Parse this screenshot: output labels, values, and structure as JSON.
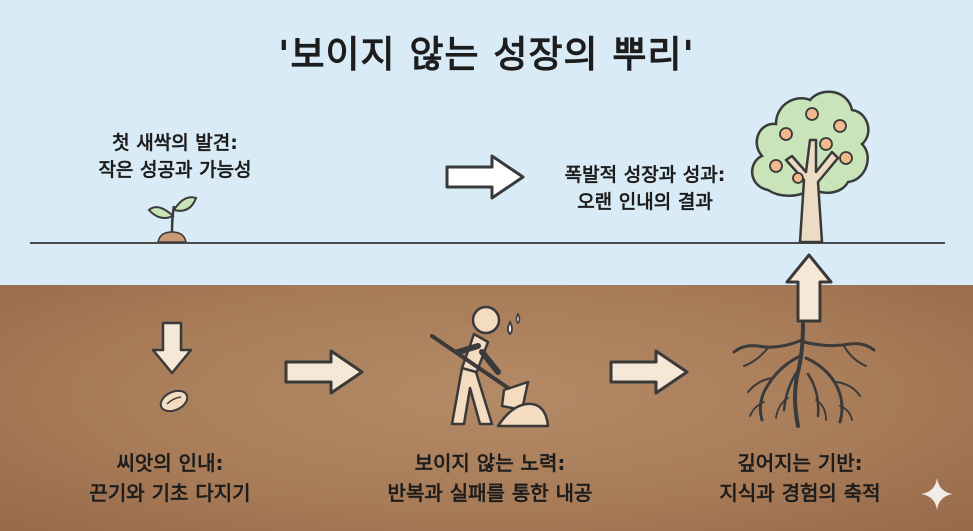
{
  "title": "'보이지 않는 성장의 뿌리'",
  "stages": {
    "sprout": {
      "line1": "첫 새싹의 발견:",
      "line2": "작은 성공과 가능성"
    },
    "growth": {
      "line1": "폭발적 성장과 성과:",
      "line2": "오랜 인내의 결과"
    },
    "seed": {
      "line1": "씨앗의 인내:",
      "line2": "끈기와 기초 다지기"
    },
    "effort": {
      "line1": "보이지 않는 노력:",
      "line2": "반복과 실패를 통한 내공"
    },
    "roots": {
      "line1": "깊어지는 기반:",
      "line2": "지식과 경험의 축적"
    }
  },
  "colors": {
    "sky": "#d9ebf6",
    "soil": "#a77b57",
    "ink": "#3a3a3a",
    "arrow_fill": "#f6e8d6",
    "leaf": "#c9e4b8",
    "fruit": "#f0b98e"
  },
  "icons": [
    "sprout-icon",
    "tree-icon",
    "seed-icon",
    "digging-person-icon",
    "roots-icon",
    "sparkle-icon"
  ]
}
